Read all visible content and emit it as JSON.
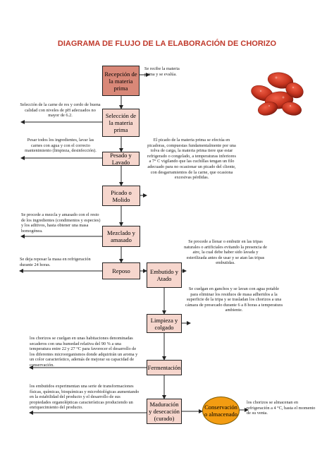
{
  "title": "DIAGRAMA DE FLUJO DE LA ELABORACIÓN DE CHORIZO",
  "colors": {
    "title": "#c0392b",
    "box_fill": "#f6d6cd",
    "first_box_fill": "#d98878",
    "final_fill": "#f39c12"
  },
  "steps": {
    "recepcion": "Recepción de la materia prima",
    "seleccion": "Selección de la materia prima",
    "pesado": "Pesado y Lavado",
    "picado": "Picado o Molido",
    "mezclado": "Mezclado y amasado",
    "reposo": "Reposo",
    "embutido": "Embutido y Atado",
    "limpieza": "Limpieza y colgado",
    "fermentacion": "Fermentación",
    "maduracion": "Maduración y desecación (curado)",
    "conservacion": "Conservación o almacenado"
  },
  "notes": {
    "recepcion": "Se recibe la materia prima y se evalúa.",
    "seleccion": "Selección de la carne de res y cerdo de buena calidad con niveles de pH adecuados no mayor de 6.2.",
    "pesado": "Pesar todos los ingredientes, lavar las carnes con agua y con el correcto mantenimiento (limpieza, desinfección).",
    "picado": "El picado de la materia prima se efectúa en picadoras, compuestas fundamentalmente por una tolva de carga, la materia prima tiere que estar refrigerado o congelado, a temperaturas inferiores a 7° C vigilando que las cuchillas tengan un filo adecuado para no ocasionar un picado del cliente, con desgarramientos de la carne, que ocasiona excesivas pérdidas.",
    "mezclado": "Se procede a mezcla y amasado con el resto de los ingredientes (condimentos y especies) y los aditivos, hasta obtener una masa homogénea.",
    "reposo": "Se deja reposar la masa en refrigeración durante 24 horas.",
    "embutido": "Se procede a llenar o embutir en las tripas naturales o artificiales evitando la presencia de aire, la cual debe haber sido lavada y esterilizada antes de usar y se atan las tripas embutidas.",
    "limpieza": "Se cuelgan en ganchos y se lavan con agua potable para eliminar los residuos de masa adheridos a la superficie de la tripa y se trasladan los chorizos a una cámara de presecado durante 6 a 8 horas a temperatura ambiente.",
    "fermentacion": "los chorizos se cuelgan en unas habitaciones denominadas secaderos con una humedad relativa del 90 % a una temperatura entre 22 y 27 °C para favorecer el desarrollo de los diferentes microorganismos donde adquirirán un aroma y un color característico, además de mejorar su capacidad de conservación.",
    "maduracion": "los embutidos experimentan una serie de transformaciones físicas, químicas, bioquímicas y microbiológicas aumentando en la estabilidad del producto y el desarrollo de sus propiedades organolépticas características produciendo un enriquecimiento del producto.",
    "conservacion": "los chorizos se almacenan en refrigeración a 4 °C, hasta el momento de su venta."
  }
}
